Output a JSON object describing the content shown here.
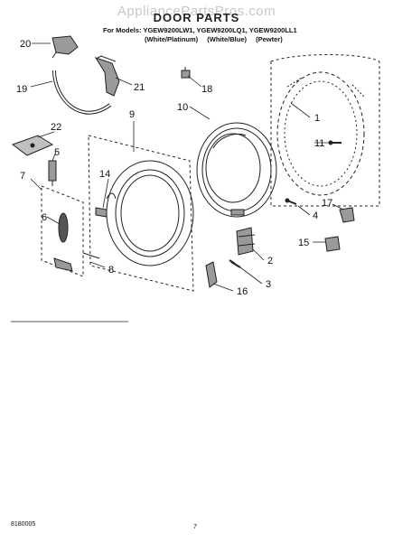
{
  "watermark": "AppliancePartsPros.com",
  "title": "DOOR PARTS",
  "models_line": "For Models: YGEW9200LW1, YGEW9200LQ1, YGEW9200LL1",
  "colors": [
    "(White/Platinum)",
    "(White/Blue)",
    "(Pewter)"
  ],
  "callouts": [
    "1",
    "2",
    "3",
    "4",
    "5",
    "6",
    "7",
    "8",
    "9",
    "10",
    "11",
    "14",
    "15",
    "16",
    "17",
    "18",
    "19",
    "20",
    "21",
    "22"
  ],
  "footer": {
    "doc_number": "8180005",
    "page_number": "7"
  },
  "colors_hex": {
    "line": "#222222",
    "watermark": "#c8c8c8",
    "part_fill": "#9a9a9a"
  }
}
